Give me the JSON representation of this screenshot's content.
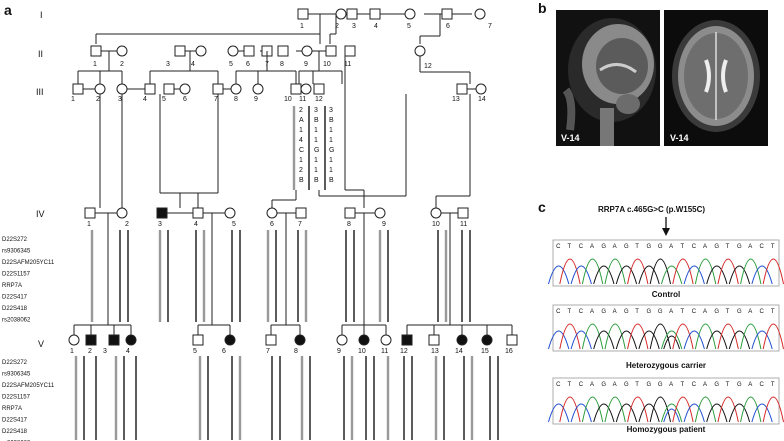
{
  "panels": {
    "a": "a",
    "b": "b",
    "c": "c"
  },
  "generations": [
    "I",
    "II",
    "III",
    "IV",
    "V"
  ],
  "markers": [
    "D22S272",
    "rs9306345",
    "D22SAFM205YC11",
    "D22S1157",
    "RRP7A",
    "D22S417",
    "D22S418",
    "rs2038062"
  ],
  "gen1": [
    "1",
    "2",
    "3",
    "4",
    "5",
    "6",
    "7"
  ],
  "gen2": [
    "1",
    "2",
    "3",
    "4",
    "5",
    "6",
    "7",
    "8",
    "9",
    "10",
    "11",
    "12"
  ],
  "gen3": [
    "1",
    "2",
    "3",
    "4",
    "5",
    "6",
    "7",
    "8",
    "9",
    "10",
    "11",
    "12",
    "13",
    "14"
  ],
  "gen4": [
    "1",
    "2",
    "3",
    "4",
    "5",
    "6",
    "7",
    "8",
    "9",
    "10",
    "11"
  ],
  "gen5": [
    "1",
    "2",
    "3",
    "4",
    "5",
    "6",
    "7",
    "8",
    "9",
    "10",
    "11",
    "12",
    "13",
    "14",
    "15",
    "16"
  ],
  "iii_haplotype": {
    "left": [
      "2",
      "A",
      "1",
      "4",
      "C",
      "1",
      "2",
      "B"
    ],
    "mid": [
      "3",
      "B",
      "1",
      "1",
      "G",
      "1",
      "1",
      "B"
    ],
    "right": [
      "3",
      "B",
      "1",
      "1",
      "G",
      "1",
      "1",
      "B"
    ]
  },
  "mri": {
    "label1": "V-14",
    "label2": "V-14"
  },
  "sequencing": {
    "mutation": "RRP7A c.465G>C (p.W155C)",
    "captions": [
      "Control",
      "Heterozygous carrier",
      "Homozygous patient"
    ],
    "seq": "CTCAGAGTGGATCAGTGACT"
  }
}
